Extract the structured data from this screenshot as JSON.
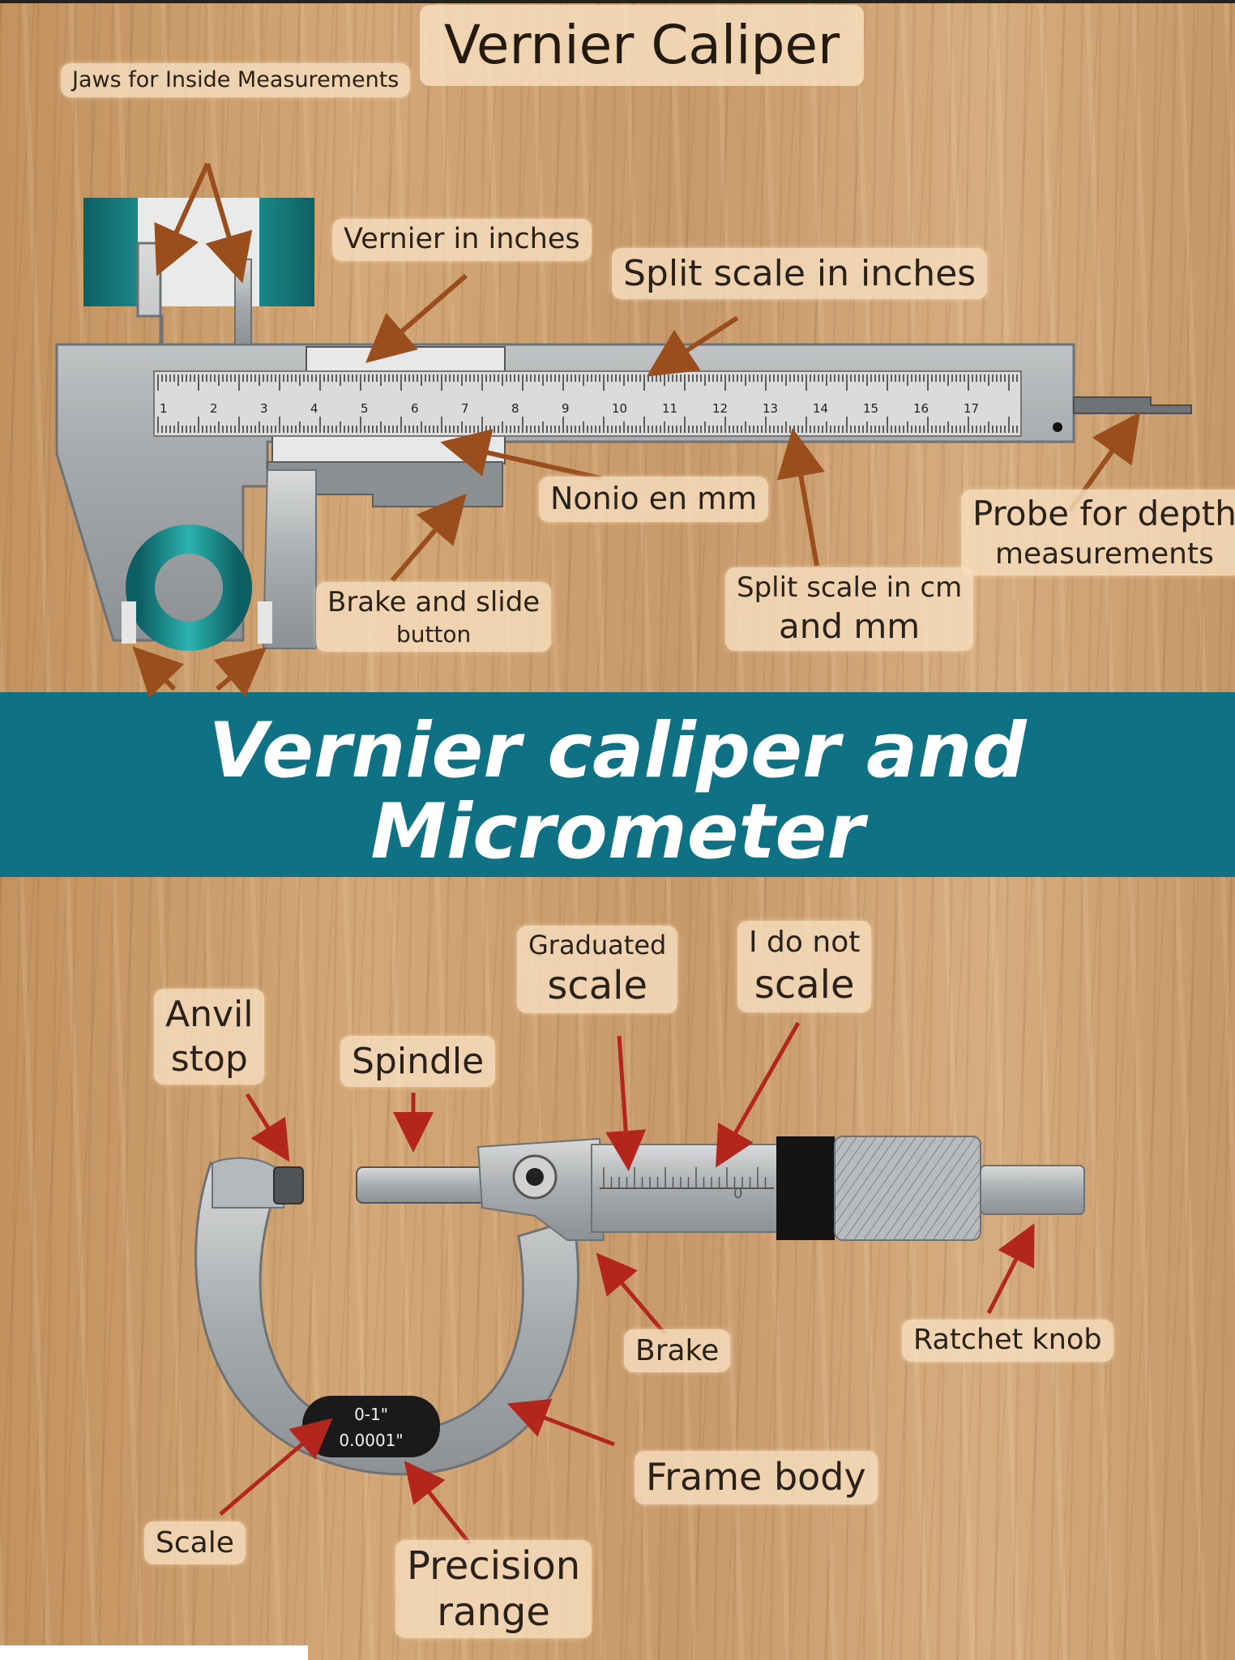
{
  "caliper": {
    "title": "Vernier Caliper",
    "labels": {
      "jaws_inside": "Jaws for Inside Measurements",
      "vernier_inches": "Vernier in inches",
      "split_scale_inches": "Split scale in inches",
      "nonio_mm": "Nonio en mm",
      "probe_depth_line1": "Probe for depth",
      "probe_depth_line2": "measurements",
      "brake_slide_line1": "Brake and slide",
      "brake_slide_line2": "button",
      "split_scale_cm_line1": "Split scale in cm",
      "split_scale_cm_line2": "and mm"
    },
    "scale_numbers": [
      "1",
      "2",
      "3",
      "4",
      "5",
      "6",
      "7",
      "8",
      "9",
      "10",
      "11",
      "12",
      "13",
      "14",
      "15",
      "16",
      "17"
    ]
  },
  "banner": {
    "line1": "Vernier caliper and",
    "line2": "Micrometer"
  },
  "micrometer": {
    "labels": {
      "anvil_line1": "Anvil",
      "anvil_line2": "stop",
      "spindle": "Spindle",
      "graduated_line1": "Graduated",
      "graduated_line2": "scale",
      "i_do_not_line1": "I do not",
      "i_do_not_line2": "scale",
      "brake": "Brake",
      "ratchet_knob": "Ratchet knob",
      "frame_body": "Frame body",
      "scale": "Scale",
      "precision_line1": "Precision",
      "precision_line2": "range"
    },
    "plate_line1": "0-1\"",
    "plate_line2": "0.0001\"",
    "thimble_mark": "0"
  },
  "colors": {
    "banner": "#0f7284",
    "arrow_brown": "#9a4e1e",
    "arrow_red": "#b3261e",
    "metal": "#a9acae",
    "teal": "#1a8f90"
  }
}
